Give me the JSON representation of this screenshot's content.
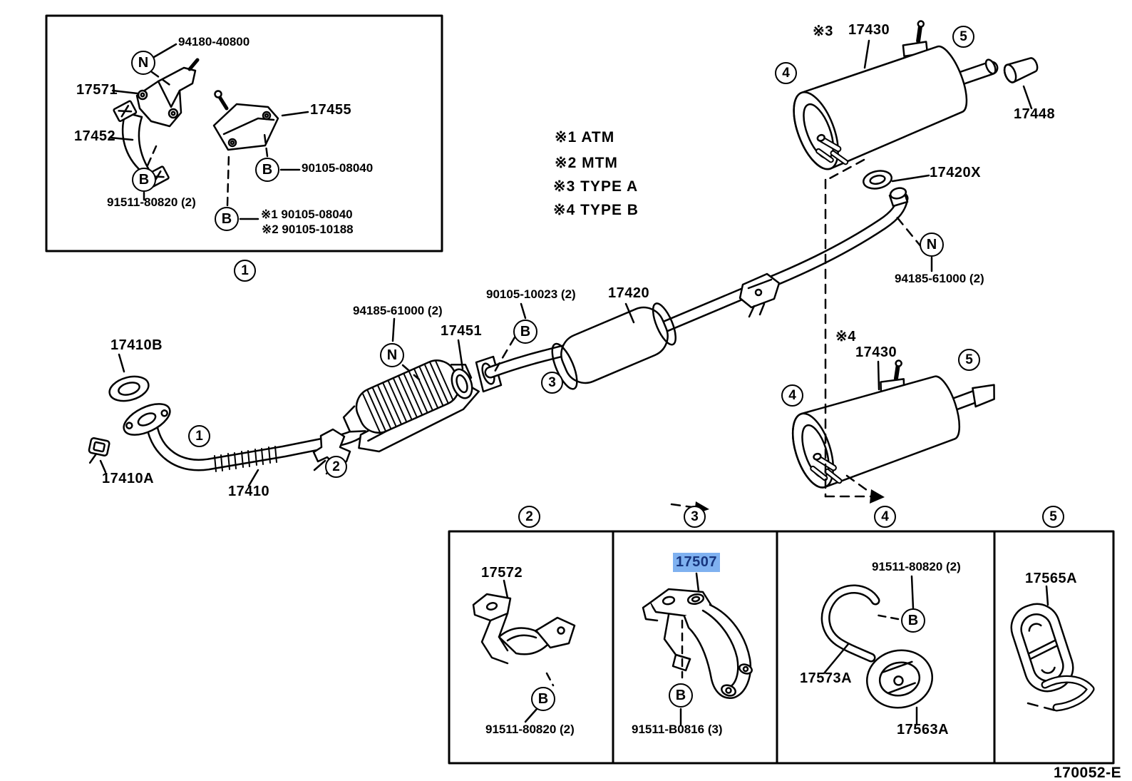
{
  "diagram": {
    "code": "170052-E",
    "title_hint": "Exhaust pipe parts diagram",
    "colors": {
      "line": "#000000",
      "background": "#FFFFFF",
      "highlight_bg": "#7FB1F0",
      "highlight_text": "#17357E"
    }
  },
  "legend": {
    "item1": "※1 ATM",
    "item2": "※2 MTM",
    "item3": "※3 TYPE A",
    "item4": "※4 TYPE B"
  },
  "markers": {
    "type3": "※3",
    "type4": "※4"
  },
  "connectors": {
    "bolt": "B",
    "nut": "N"
  },
  "callouts": {
    "c1": "1",
    "c2": "2",
    "c3": "3",
    "c4": "4",
    "c5": "5"
  },
  "parts": {
    "p94180_40800": "94180-40800",
    "p17571": "17571",
    "p17452": "17452",
    "p17455": "17455",
    "p90105_08040": "90105-08040",
    "p91511_80820": "91511-80820 (2)",
    "alt1_90105_08040": "※1 90105-08040",
    "alt2_90105_10188": "※2 90105-10188",
    "p17430": "17430",
    "p17448": "17448",
    "p17420x": "17420X",
    "p94185_61000": "94185-61000 (2)",
    "p90105_10023": "90105-10023 (2)",
    "p17420": "17420",
    "p17451": "17451",
    "p17410b": "17410B",
    "p17410a": "17410A",
    "p17410": "17410",
    "p17572": "17572",
    "p17507": "17507",
    "p91511_b0816": "91511-B0816 (3)",
    "p17573a": "17573A",
    "p17563a": "17563A",
    "p17565a": "17565A"
  }
}
